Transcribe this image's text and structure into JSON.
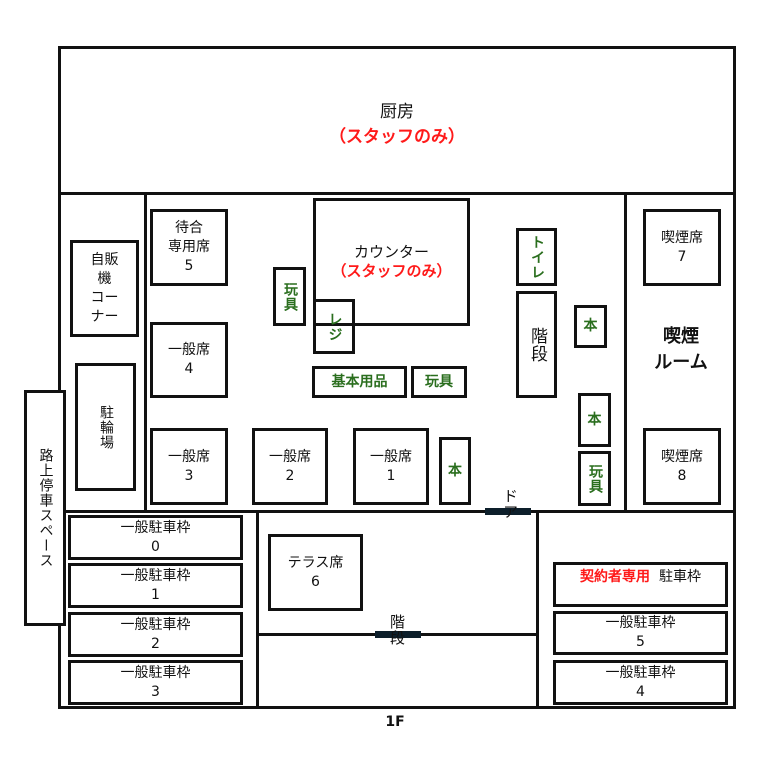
{
  "kitchen": {
    "label": "厨房",
    "note": "（スタッフのみ）"
  },
  "counter": {
    "label": "カウンター",
    "note": "（スタッフのみ）"
  },
  "register": "レジ",
  "toys_vertical": "玩具",
  "basic_goods": "基本用品",
  "toys": "玩具",
  "toilet": "トイレ",
  "stairs": "階段",
  "books": [
    "本",
    "本",
    "本"
  ],
  "toys_right": "玩具",
  "vending": "自販機コーナー",
  "vending_lines": [
    "自販",
    "機",
    "コー",
    "ナー"
  ],
  "bicycle": "駐輪場",
  "street_parking": "路上停車スペース",
  "seats": {
    "waiting": {
      "line1": "待合",
      "line2": "専用席",
      "num": "5"
    },
    "general4": {
      "label": "一般席",
      "num": "4"
    },
    "general3": {
      "label": "一般席",
      "num": "3"
    },
    "general2": {
      "label": "一般席",
      "num": "2"
    },
    "general1": {
      "label": "一般席",
      "num": "1"
    },
    "smoking7": {
      "label": "喫煙席",
      "num": "7"
    },
    "smoking8": {
      "label": "喫煙席",
      "num": "8"
    },
    "terrace6": {
      "label": "テラス席",
      "num": "6"
    }
  },
  "smoking_room": {
    "line1": "喫煙",
    "line2": "ルーム"
  },
  "parking": {
    "general_label": "一般駐車枠",
    "left": [
      "0",
      "1",
      "2",
      "3"
    ],
    "contract_prefix": "契約者専用",
    "contract_suffix": "駐車枠",
    "right": [
      "5",
      "4"
    ]
  },
  "door": "ドア",
  "stairs_bottom": "階段",
  "floor": "1F",
  "colors": {
    "green": "#2a6e1e",
    "red": "#ff1a1a"
  }
}
